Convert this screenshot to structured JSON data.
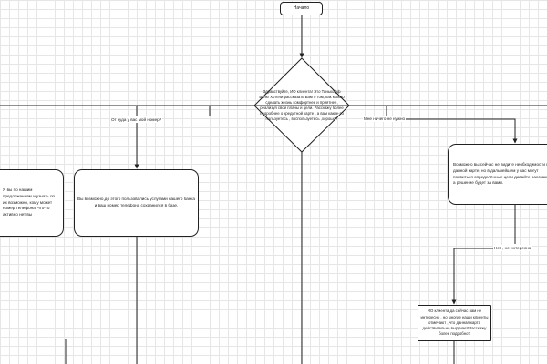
{
  "nodes": {
    "start": {
      "text": "Начало"
    },
    "greeting": {
      "text": "Здравствуйте, ИО клиента! Это Тинькофф Банк! Хотели рассказать Вам о том, как можно сделать жизнь комфортнее и приятнее, реализуя свои планы и цели. Расскажу более подробнее о кредитной карте , а вам какие-то пользуетесь , воспользуетесь ,хорошо?"
    },
    "box_a": {
      "text": "Я вы по нашим предложениям и узнать по их возможно, кому может номер телефона, что-то активно нет вы"
    },
    "box_b": {
      "text": "Вы возможно,до этого пользовались услугами нашего банка и ваш номер телефона сохранился в базе."
    },
    "box_c": {
      "text": "Возможно вы сейчас не видите необходимости в данной карте, но в дальнейшем у вас могут появиться определённые цели давайте расскажу , а решение будет за вами."
    },
    "box_d": {
      "text": "ИО клиента,да сейчас вам не интересно , но многие наши клиенты отмечают , что данная карта действительно выручает!Расскажу более подробно?"
    }
  },
  "labels": {
    "where": "От куда у вас мой номер?",
    "money": "Мне ничего не нужно",
    "no": "Нет , не интересно"
  },
  "colors": {
    "line": "#222222",
    "grid": "#e6e6e6",
    "background": "#ffffff"
  }
}
